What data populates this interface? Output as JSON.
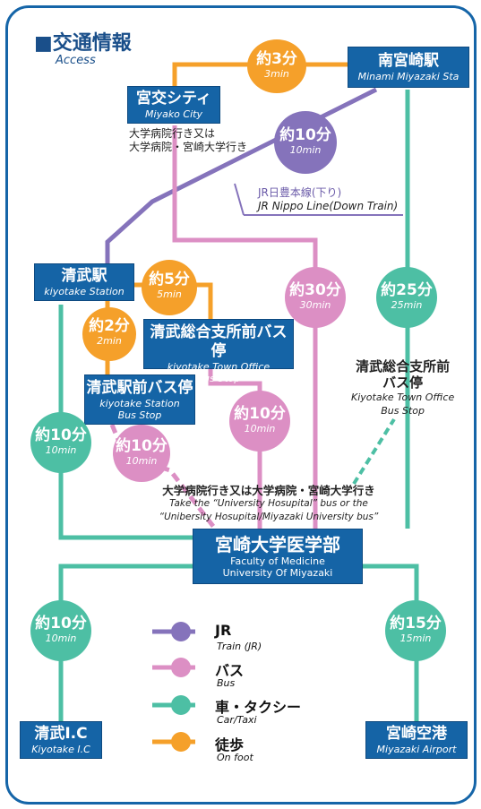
{
  "header": {
    "title": "■交通情報",
    "subtitle": "Access"
  },
  "stations": {
    "minami_miyazaki": {
      "jp": "南宮崎駅",
      "en": "Minami Miyazaki Sta"
    },
    "miyako_city": {
      "jp": "宮交シティ",
      "en": "Miyako City"
    },
    "kiyotake": {
      "jp": "清武駅",
      "en": "kiyotake Station"
    },
    "town_office_busstop": {
      "jp": "清武総合支所前バス停",
      "en1": "kiyotake Town Office",
      "en2": "Bus Stop"
    },
    "kiyotake_mae_busstop": {
      "jp": "清武駅前バス停",
      "en1": "kiyotake Station",
      "en2": "Bus Stop"
    },
    "faculty": {
      "jp": "宮崎大学医学部",
      "en1": "Faculty of Medicine",
      "en2": "University Of Miyazaki"
    },
    "kiyotake_ic": {
      "jp": "清武I.C",
      "en": "Kiyotake I.C"
    },
    "airport": {
      "jp": "宮崎空港",
      "en": "Miyazaki Airport"
    }
  },
  "times": {
    "walk_3": {
      "jp": "約3分",
      "en": "3min"
    },
    "jr_10": {
      "jp": "約10分",
      "en": "10min"
    },
    "walk_5": {
      "jp": "約5分",
      "en": "5min"
    },
    "walk_2": {
      "jp": "約2分",
      "en": "2min"
    },
    "bus_30": {
      "jp": "約30分",
      "en": "30min"
    },
    "car_25": {
      "jp": "約25分",
      "en": "25min"
    },
    "bus_10a": {
      "jp": "約10分",
      "en": "10min"
    },
    "car_10a": {
      "jp": "約10分",
      "en": "10min"
    },
    "bus_10b": {
      "jp": "約10分",
      "en": "10min"
    },
    "car_10b": {
      "jp": "約10分",
      "en": "10min"
    },
    "car_15": {
      "jp": "約15分",
      "en": "15min"
    }
  },
  "notes": {
    "miyako_bus_1": "大学病院行き又は",
    "miyako_bus_2": "大学病院・宮崎大学行き",
    "jr_line_jp": "JR日豊本線(下り)",
    "jr_line_en": "JR Nippo Line(Down Train)",
    "town_office_jp1": "清武総合支所前",
    "town_office_jp2": "バス停",
    "town_office_en1": "Kiyotake Town Office",
    "town_office_en2": "Bus Stop",
    "take_bus_jp": "大学病院行き又は大学病院・宮崎大学行き",
    "take_bus_en1": "Take the “University Hosupital” bus or the",
    "take_bus_en2": "“Unibersity Hosupital/Miyazaki University bus”"
  },
  "legend": [
    {
      "jp": "JR",
      "en": "Train (JR)",
      "color": "#8573bb"
    },
    {
      "jp": "バス",
      "en": "Bus",
      "color": "#dc8fc4"
    },
    {
      "jp": "車・タクシー",
      "en": "Car/Taxi",
      "color": "#4dbfa4"
    },
    {
      "jp": "徒歩",
      "en": "On foot",
      "color": "#f5a02a"
    }
  ],
  "colors": {
    "box": "#1564a6",
    "jr": "#8573bb",
    "bus": "#dc8fc4",
    "car": "#4dbfa4",
    "walk": "#f5a02a",
    "frame": "#1565a8"
  }
}
